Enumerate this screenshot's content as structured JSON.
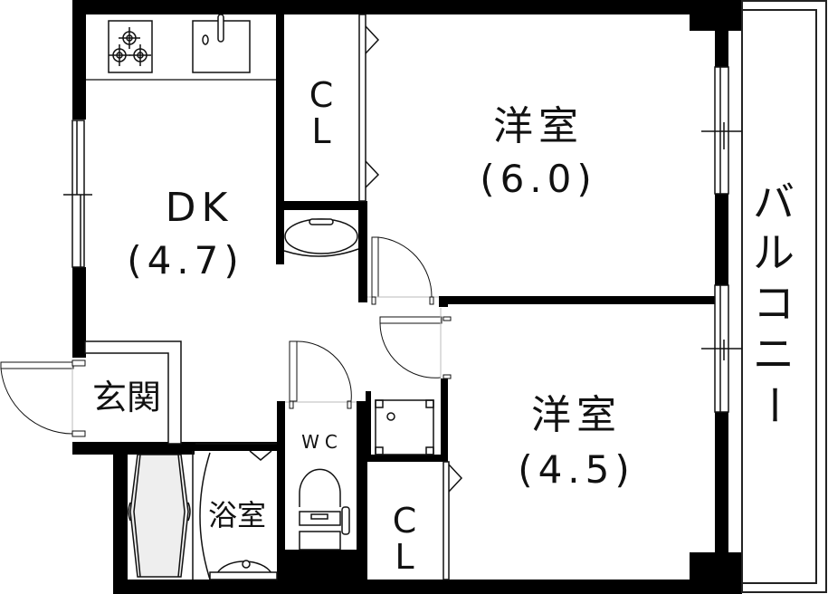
{
  "floor_plan": {
    "type": "apartment-floor-plan",
    "layout": "1DK + 1 extra room (2DK)",
    "rooms": [
      {
        "id": "dk",
        "name": "DK",
        "size": "(4.7)"
      },
      {
        "id": "western1",
        "name": "洋室",
        "size": "(6.0)"
      },
      {
        "id": "western2",
        "name": "洋室",
        "size": "(4.5)"
      },
      {
        "id": "entrance",
        "name": "玄関"
      },
      {
        "id": "bath",
        "name": "浴室"
      },
      {
        "id": "toilet",
        "name": "WC"
      },
      {
        "id": "closet1",
        "name": "C\nL",
        "line1": "C",
        "line2": "L"
      },
      {
        "id": "closet2",
        "name": "C\nL",
        "line1": "C",
        "line2": "L"
      },
      {
        "id": "balcony",
        "name": "バルコニー",
        "chars": [
          "バ",
          "ル",
          "コ",
          "ニ",
          "ー"
        ]
      }
    ],
    "fixtures": [
      "gas-stove",
      "kitchen-sink",
      "washbasin",
      "toilet",
      "bathtub",
      "washing-machine-pan",
      "bath-sink"
    ],
    "colors": {
      "wall": "#000000",
      "background": "#ffffff",
      "line": "#111111",
      "tub_fill": "#eeeeee"
    }
  }
}
